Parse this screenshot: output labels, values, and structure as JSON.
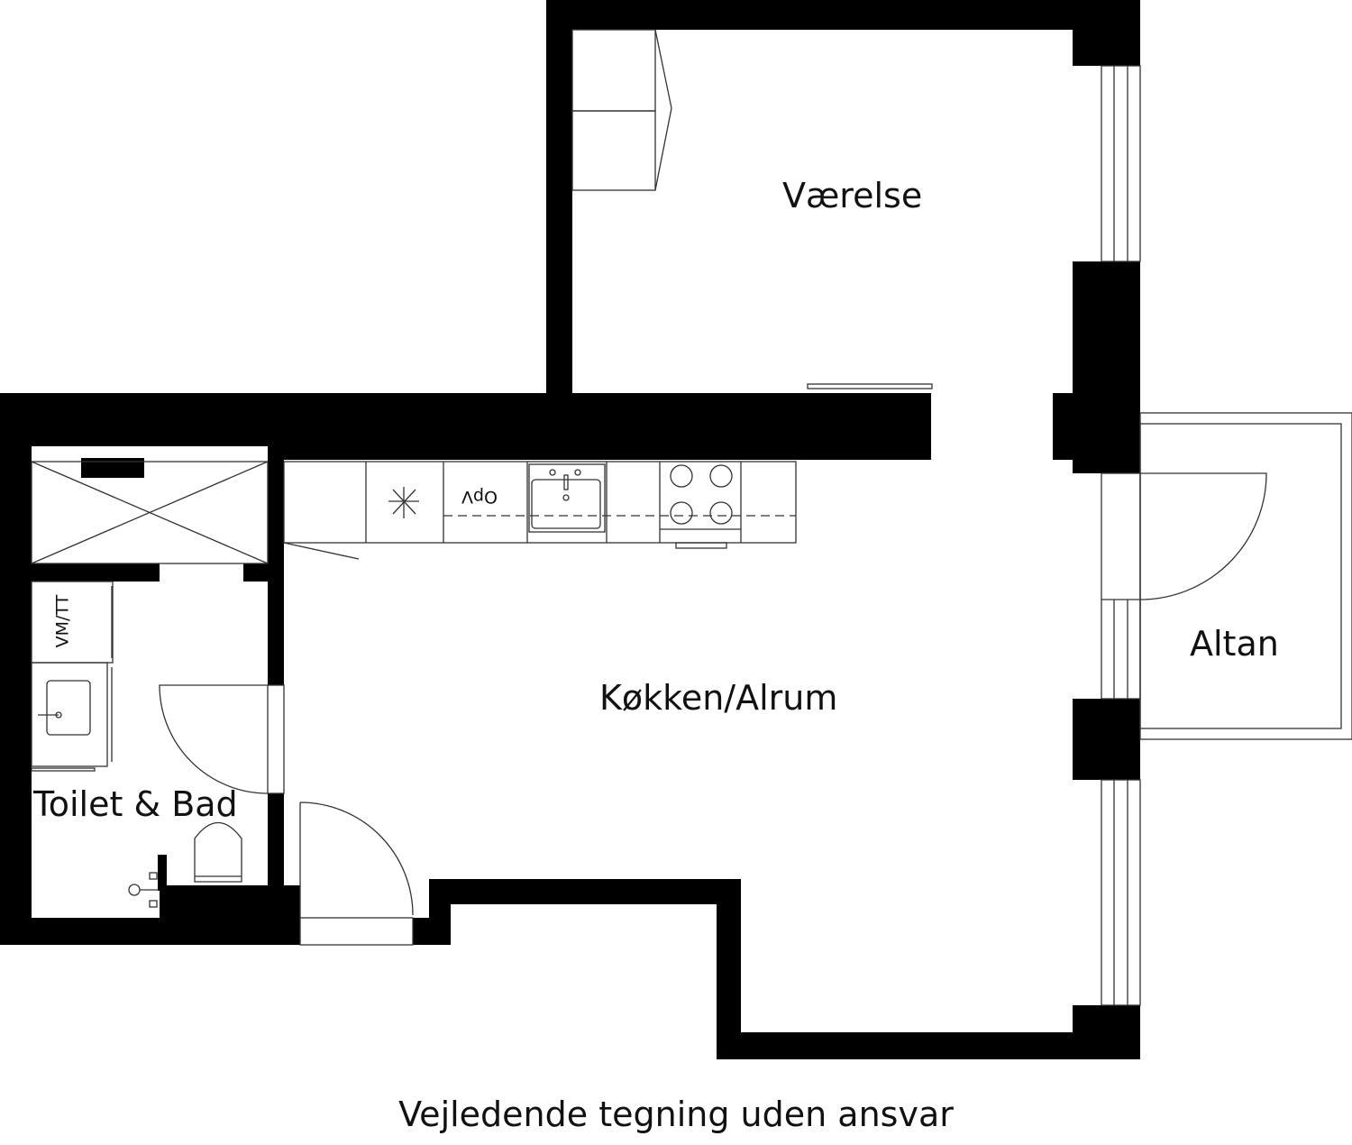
{
  "rooms": {
    "bedroom": "Værelse",
    "kitchen_living": "Køkken/Alrum",
    "balcony": "Altan",
    "bathroom": "Toilet & Bad"
  },
  "fixtures": {
    "dishwasher": "OpV",
    "washer_dryer": "VM/TT"
  },
  "caption": "Vejledende tegning uden ansvar",
  "colors": {
    "wall": "#000000",
    "line": "#333333"
  }
}
